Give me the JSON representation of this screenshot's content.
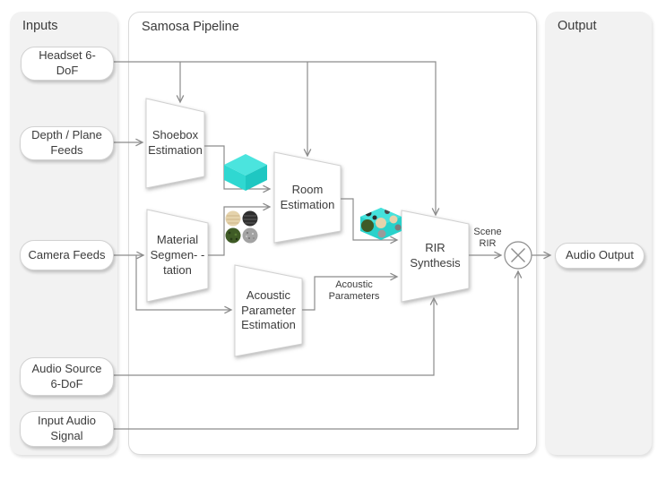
{
  "panels": {
    "inputs": {
      "title": "Inputs"
    },
    "pipeline": {
      "title": "Samosa Pipeline"
    },
    "output": {
      "title": "Output"
    }
  },
  "inputs": {
    "headset": "Headset 6-DoF",
    "depth": "Depth / Plane Feeds",
    "camera": "Camera Feeds",
    "audio_source": "Audio Source 6-DoF",
    "input_audio": "Input Audio Signal"
  },
  "stages": {
    "shoebox": "Shoebox Estimation",
    "material": "Material Segmen- -tation",
    "room": "Room Estimation",
    "acoustic": "Acoustic Parameter Estimation",
    "rir": "RIR Synthesis"
  },
  "wire_labels": {
    "scene_rir": "Scene RIR",
    "acoustic_parameters": "Acoustic Parameters"
  },
  "outputs": {
    "audio_output": "Audio Output"
  },
  "icons": {
    "multiply_node": "multiply-icon",
    "shoebox_cube": "cyan-shoebox-icon",
    "textured_room_cube": "textured-room-icon",
    "material_swatches": "material-swatches-icon"
  },
  "colors": {
    "panel_bg": "#f2f2f2",
    "pipeline_bg": "#ffffff",
    "wire": "#8c8c8c",
    "text": "#3c3c3c",
    "box_border": "#d2d2d2",
    "cube_top": "#4be4de",
    "cube_left": "#2fd8d1",
    "cube_right": "#1fc7c2",
    "swatch_wood": "#e5d3ac",
    "swatch_dark": "#2f2f2f",
    "swatch_green": "#3f5b26",
    "swatch_gray": "#a3a3a3"
  }
}
